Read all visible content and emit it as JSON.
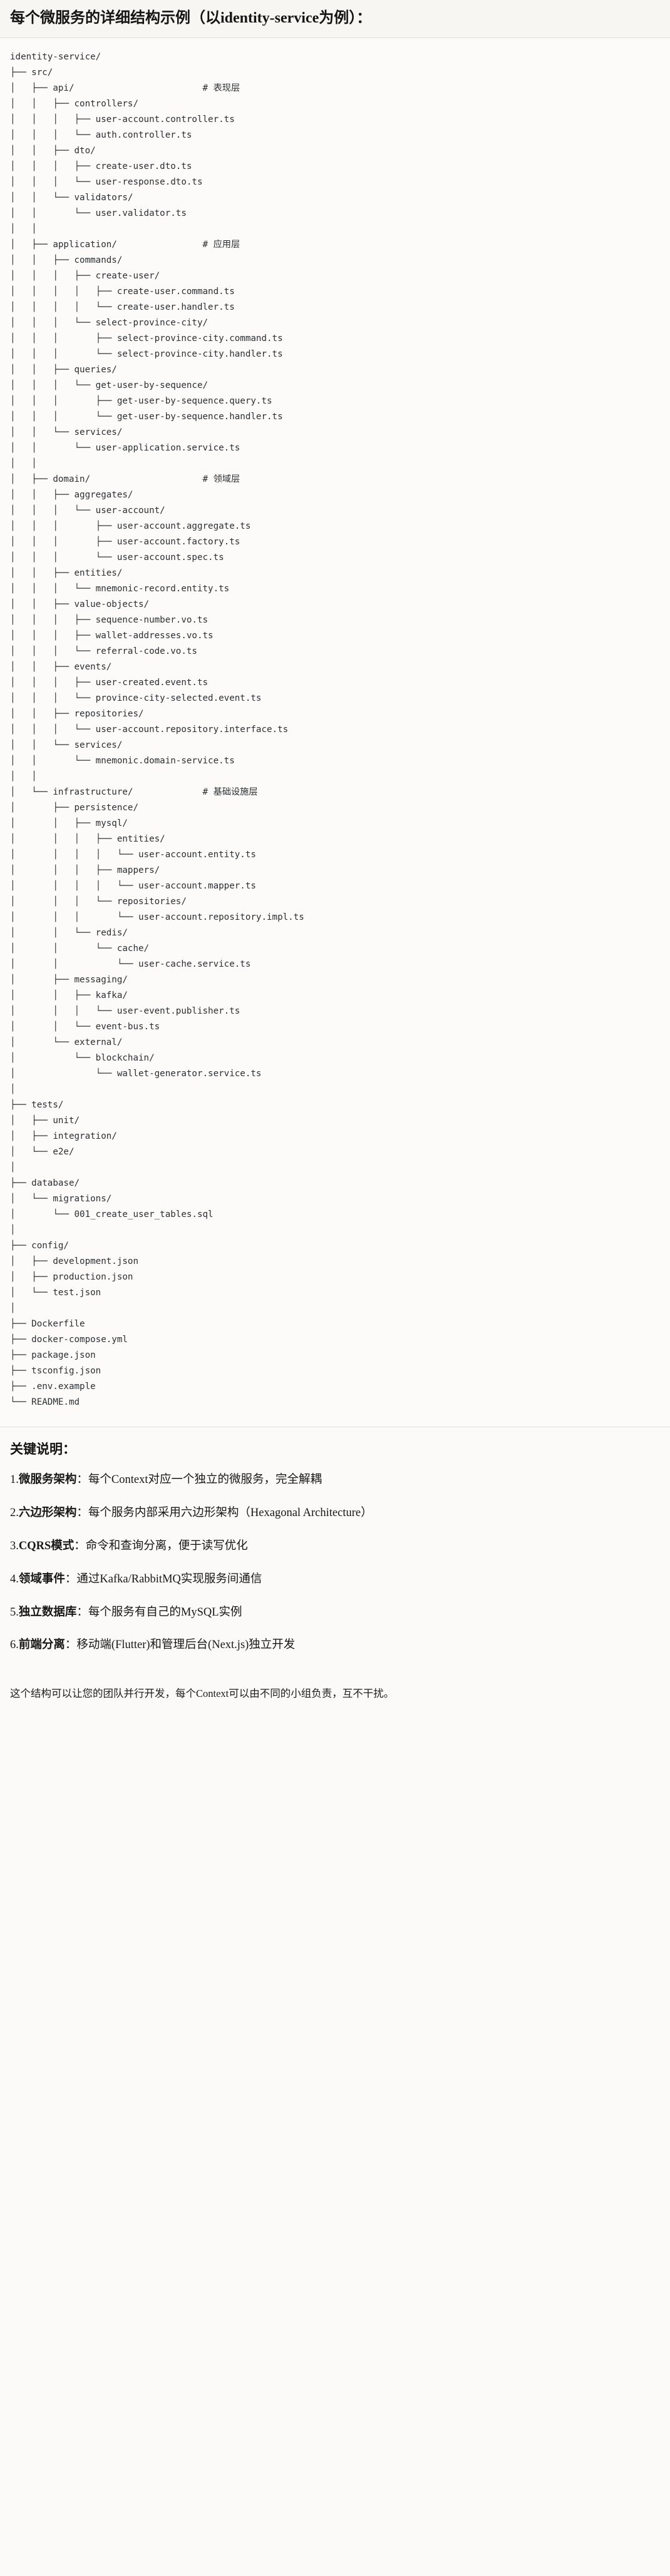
{
  "heading": {
    "title": "每个微服务的详细结构示例（以identity-service为例）："
  },
  "tree": {
    "root": "identity-service/",
    "comments": {
      "api": "# 表现层",
      "application": "# 应用层",
      "domain": "# 领域层",
      "infrastructure": "# 基础设施层"
    },
    "text": "identity-service/\n├── src/\n│   ├── api/                        # 表现层\n│   │   ├── controllers/\n│   │   │   ├── user-account.controller.ts\n│   │   │   └── auth.controller.ts\n│   │   ├── dto/\n│   │   │   ├── create-user.dto.ts\n│   │   │   └── user-response.dto.ts\n│   │   └── validators/\n│   │       └── user.validator.ts\n│   │\n│   ├── application/                # 应用层\n│   │   ├── commands/\n│   │   │   ├── create-user/\n│   │   │   │   ├── create-user.command.ts\n│   │   │   │   └── create-user.handler.ts\n│   │   │   └── select-province-city/\n│   │   │       ├── select-province-city.command.ts\n│   │   │       └── select-province-city.handler.ts\n│   │   ├── queries/\n│   │   │   └── get-user-by-sequence/\n│   │   │       ├── get-user-by-sequence.query.ts\n│   │   │       └── get-user-by-sequence.handler.ts\n│   │   └── services/\n│   │       └── user-application.service.ts\n│   │\n│   ├── domain/                     # 领域层\n│   │   ├── aggregates/\n│   │   │   └── user-account/\n│   │   │       ├── user-account.aggregate.ts\n│   │   │       ├── user-account.factory.ts\n│   │   │       └── user-account.spec.ts\n│   │   ├── entities/\n│   │   │   └── mnemonic-record.entity.ts\n│   │   ├── value-objects/\n│   │   │   ├── sequence-number.vo.ts\n│   │   │   ├── wallet-addresses.vo.ts\n│   │   │   └── referral-code.vo.ts\n│   │   ├── events/\n│   │   │   ├── user-created.event.ts\n│   │   │   └── province-city-selected.event.ts\n│   │   ├── repositories/\n│   │   │   └── user-account.repository.interface.ts\n│   │   └── services/\n│   │       └── mnemonic.domain-service.ts\n│   │\n│   └── infrastructure/             # 基础设施层\n│       ├── persistence/\n│       │   ├── mysql/\n│       │   │   ├── entities/\n│       │   │   │   └── user-account.entity.ts\n│       │   │   ├── mappers/\n│       │   │   │   └── user-account.mapper.ts\n│       │   │   └── repositories/\n│       │   │       └── user-account.repository.impl.ts\n│       │   └── redis/\n│       │       └── cache/\n│       │           └── user-cache.service.ts\n│       ├── messaging/\n│       │   ├── kafka/\n│       │   │   └── user-event.publisher.ts\n│       │   └── event-bus.ts\n│       └── external/\n│           └── blockchain/\n│               └── wallet-generator.service.ts\n│\n├── tests/\n│   ├── unit/\n│   ├── integration/\n│   └── e2e/\n│\n├── database/\n│   └── migrations/\n│       └── 001_create_user_tables.sql\n│\n├── config/\n│   ├── development.json\n│   ├── production.json\n│   └── test.json\n│\n├── Dockerfile\n├── docker-compose.yml\n├── package.json\n├── tsconfig.json\n├── .env.example\n└── README.md"
  },
  "notes": {
    "title": "关键说明：",
    "items": [
      {
        "num": "1.",
        "term": "微服务架构",
        "sep": "：",
        "body": "每个Context对应一个独立的微服务，完全解耦"
      },
      {
        "num": "2.",
        "term": "六边形架构",
        "sep": "：",
        "body": "每个服务内部采用六边形架构（Hexagonal Architecture）"
      },
      {
        "num": "3.",
        "term": "CQRS模式",
        "sep": "：",
        "body": "命令和查询分离，便于读写优化"
      },
      {
        "num": "4.",
        "term": "领域事件",
        "sep": "：",
        "body": "通过Kafka/RabbitMQ实现服务间通信"
      },
      {
        "num": "5.",
        "term": "独立数据库",
        "sep": "：",
        "body": "每个服务有自己的MySQL实例"
      },
      {
        "num": "6.",
        "term": "前端分离",
        "sep": "：",
        "body": "移动端(Flutter)和管理后台(Next.js)独立开发"
      }
    ]
  },
  "closing": {
    "text": "这个结构可以让您的团队并行开发，每个Context可以由不同的小组负责，互不干扰。"
  }
}
